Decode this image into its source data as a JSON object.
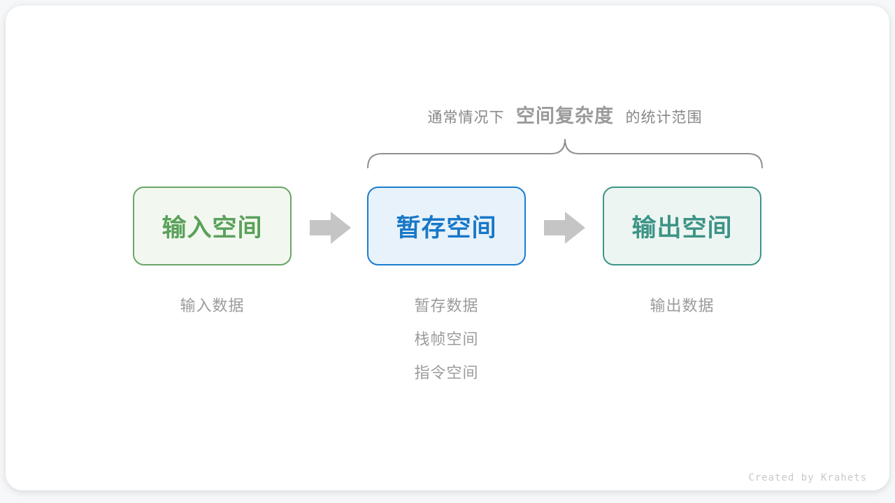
{
  "annotation": {
    "prefix": "通常情况下",
    "highlight": "空间复杂度",
    "suffix": "的统计范围",
    "text_color": "#878787",
    "highlight_color": "#9a9a9a"
  },
  "brace": {
    "color": "#8f8f8f",
    "spans_boxes": [
      "暂存空间",
      "输出空间"
    ]
  },
  "flow": {
    "boxes": [
      {
        "id": "input-space",
        "label": "输入空间",
        "text_color": "#5aa15a",
        "border_color": "#68a667",
        "background": "#f2f8ef"
      },
      {
        "id": "temp-space",
        "label": "暂存空间",
        "text_color": "#1878c8",
        "border_color": "#1b7cce",
        "background": "#e8f2fb"
      },
      {
        "id": "output-space",
        "label": "输出空间",
        "text_color": "#3d9486",
        "border_color": "#3d9486",
        "background": "#edf5f2"
      }
    ],
    "arrow_color": "#c5c5c5"
  },
  "sublabels": {
    "color": "#9b9b9b",
    "input": [
      "输入数据"
    ],
    "temp": [
      "暂存数据",
      "栈帧空间",
      "指令空间"
    ],
    "output": [
      "输出数据"
    ]
  },
  "credit": {
    "text": "Created by Krahets",
    "color": "#c9c9c9"
  }
}
